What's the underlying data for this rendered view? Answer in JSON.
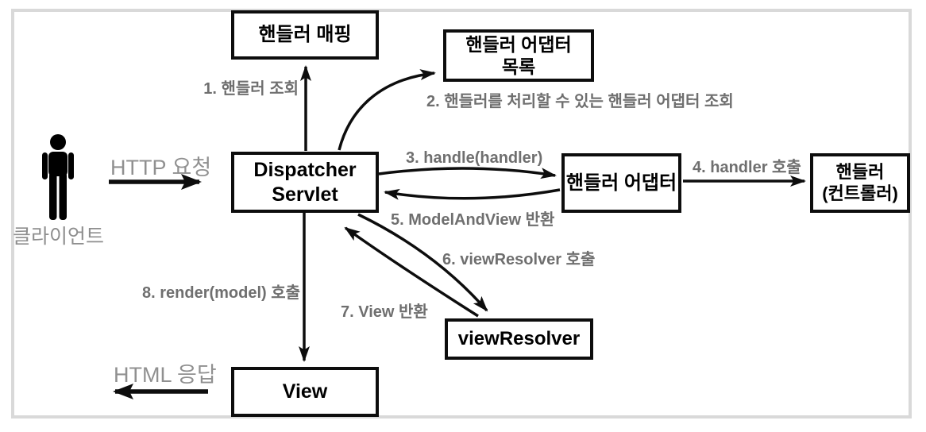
{
  "diagram_title": "DispatcherServlet request flow",
  "colors": {
    "frame": "#d9d9d9",
    "box_border": "#0d0d0d",
    "box_text": "#000000",
    "step_label_gray": "#6f6f6f",
    "io_label_gray": "#909090",
    "arrow_black": "#0d0d0d",
    "background": "#ffffff"
  },
  "actor": {
    "label": "클라이언트"
  },
  "io": {
    "request": "HTTP 요청",
    "response": "HTML 응답"
  },
  "boxes": {
    "handler_mapping": {
      "line1": "핸들러 매핑"
    },
    "handler_adapter_list": {
      "line1": "핸들러 어댑터",
      "line2": "목록"
    },
    "dispatcher_servlet": {
      "line1": "Dispatcher",
      "line2": "Servlet"
    },
    "handler_adapter": {
      "line1": "핸들러 어댑터"
    },
    "handler_controller": {
      "line1": "핸들러",
      "line2": "(컨트롤러)"
    },
    "view_resolver": {
      "line1": "viewResolver"
    },
    "view": {
      "line1": "View"
    }
  },
  "steps": {
    "s1": "1. 핸들러 조회",
    "s2": "2. 핸들러를 처리할 수 있는 핸들러 어댑터 조회",
    "s3": "3. handle(handler)",
    "s4": "4. handler 호출",
    "s5": "5. ModelAndView 반환",
    "s6": "6. viewResolver 호출",
    "s7": "7. View 반환",
    "s8": "8. render(model) 호출"
  }
}
